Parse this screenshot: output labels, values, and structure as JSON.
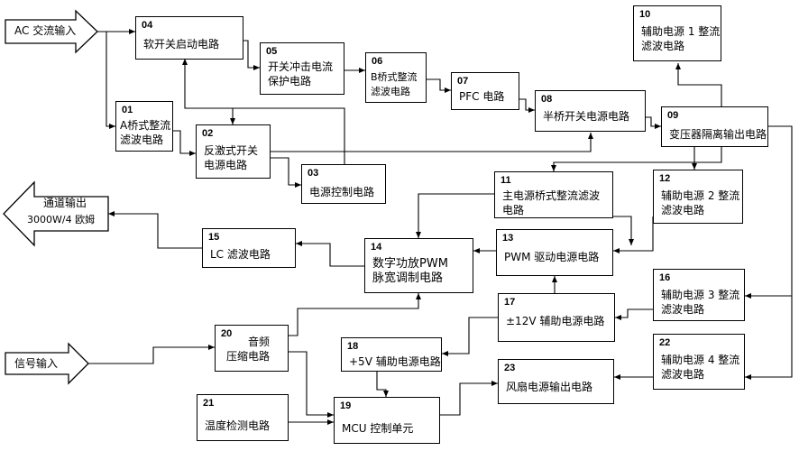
{
  "inputs": {
    "ac": "AC 交流输入",
    "signal": "信号输入"
  },
  "output": {
    "line1": "通道输出",
    "line2": "3000W/4 欧姆"
  },
  "blocks": {
    "b01": {
      "num": "01",
      "label": "A桥式整流\n滤波电路"
    },
    "b02": {
      "num": "02",
      "label": "反激式开关\n电源电路"
    },
    "b03": {
      "num": "03",
      "label": "电源控制电路"
    },
    "b04": {
      "num": "04",
      "label": "软开关启动电路"
    },
    "b05": {
      "num": "05",
      "label": "开关冲击电流\n保护电路"
    },
    "b06": {
      "num": "06",
      "label": "B桥式整流\n滤波电路"
    },
    "b07": {
      "num": "07",
      "label": "PFC 电路"
    },
    "b08": {
      "num": "08",
      "label": "半桥开关电源电路"
    },
    "b09": {
      "num": "09",
      "label": "变压器隔离输出电路"
    },
    "b10": {
      "num": "10",
      "label": "辅助电源 1 整流\n滤波电路"
    },
    "b11": {
      "num": "11",
      "label": "主电源桥式整流滤波\n电路"
    },
    "b12": {
      "num": "12",
      "label": "辅助电源 2 整流\n滤波电路"
    },
    "b13": {
      "num": "13",
      "label": "PWM 驱动电源电路"
    },
    "b14": {
      "num": "14",
      "label": "数字功放PWM\n脉宽调制电路"
    },
    "b15": {
      "num": "15",
      "label": "LC 滤波电路"
    },
    "b16": {
      "num": "16",
      "label": "辅助电源 3 整流\n滤波电路"
    },
    "b17": {
      "num": "17",
      "label": "±12V 辅助电源电路"
    },
    "b18": {
      "num": "18",
      "label": "+5V 辅助电源电路"
    },
    "b19": {
      "num": "19",
      "label": "MCU 控制单元"
    },
    "b20": {
      "num": "20",
      "label": "音频\n压缩电路"
    },
    "b21": {
      "num": "21",
      "label": "温度检测电路"
    },
    "b22": {
      "num": "22",
      "label": "辅助电源 4 整流\n滤波电路"
    },
    "b23": {
      "num": "23",
      "label": "风扇电源输出电路"
    }
  }
}
